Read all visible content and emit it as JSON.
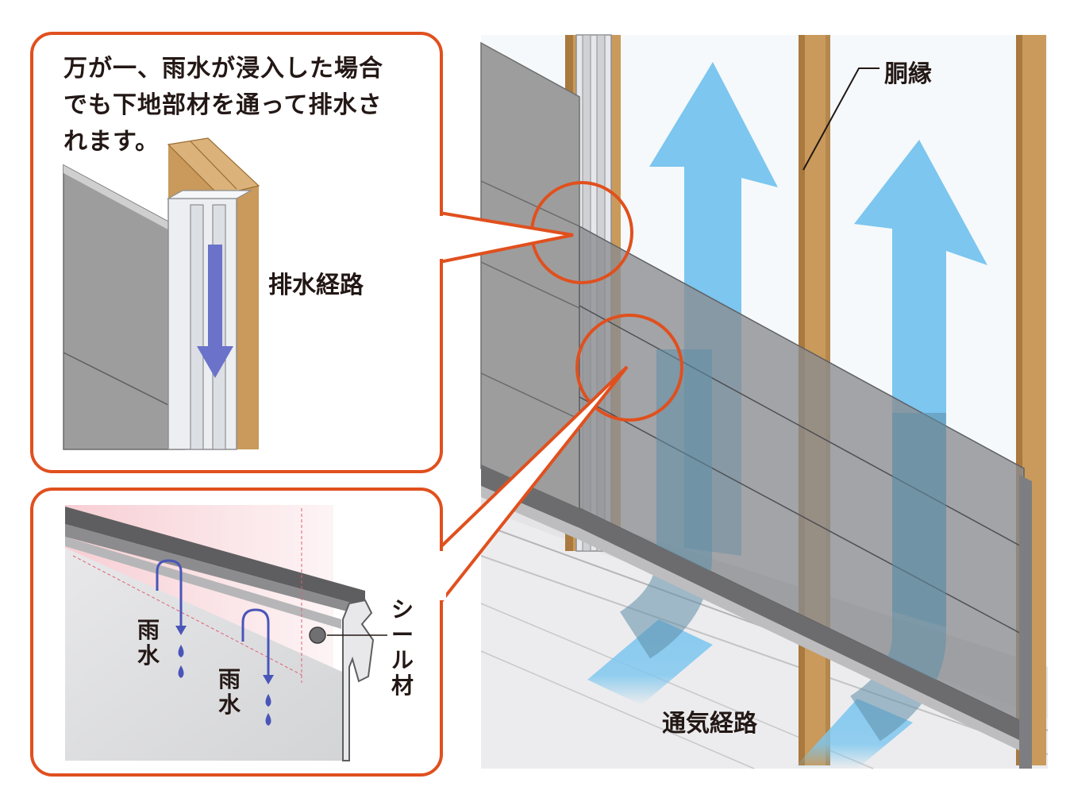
{
  "caption": "万が一、雨水が浸入した場合\nでも下地部材を通って排水さ\nれます。",
  "labels": {
    "drain_path": "排水経路",
    "furring": "胴縁",
    "vent_path": "通気経路",
    "rain_1": "雨\n水",
    "rain_2": "雨\n水",
    "sealant": "シ\nー\nル\n材"
  },
  "colors": {
    "callout_border": "#e0501e",
    "siding_gray": "#9d9d9d",
    "furring_wood": "#c99a5b",
    "airflow_arrow": "#7cc6ef",
    "drain_arrow": "#6a72c9",
    "water_drop": "#4a55b8"
  }
}
